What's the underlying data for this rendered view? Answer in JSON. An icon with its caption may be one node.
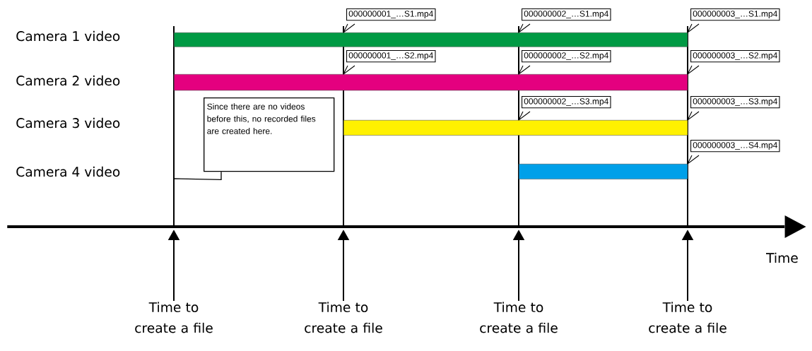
{
  "diagram": {
    "nodes": [
      {
        "text": [
          "000000001_…S1.mp4"
        ]
      },
      {
        "text": [
          "000000002_…S1.mp4"
        ]
      },
      {
        "text": [
          "000000003_…S1.mp4"
        ]
      },
      {
        "text": [],
        "shape": "bar"
      },
      {
        "text": [
          "000000001_…S2.mp4"
        ]
      },
      {
        "text": [
          "000000002_…S2.mp4"
        ]
      },
      {
        "text": [
          "000000003_…S2.mp4"
        ]
      },
      {
        "text": [],
        "shape": "bar"
      },
      {
        "text": [
          "Since there are no videos before this, no recorded files are created here."
        ]
      },
      {
        "text": [
          "000000002_…S3.mp4"
        ]
      },
      {
        "text": [
          "000000003_…S3.mp4"
        ]
      },
      {
        "text": [],
        "shape": "bar"
      },
      {
        "text": [
          "000000003_…S4.mp4"
        ]
      },
      {
        "text": [],
        "shape": "bar"
      },
      {
        "text": [
          "Time to create a file"
        ]
      },
      {
        "text": [
          "Time to create a file"
        ]
      },
      {
        "text": [
          "Time to create a file"
        ]
      },
      {
        "text": [
          "Time to create a file"
        ]
      },
      {
        "text": [],
        "shape": "arrow"
      }
    ],
    "edges": [
      {
        "from": 8,
        "to": null,
        "arrow": "none"
      },
      {
        "from": 14,
        "to": 18,
        "arrow": "to"
      },
      {
        "from": 15,
        "to": 18,
        "arrow": "to"
      },
      {
        "from": 16,
        "to": 18,
        "arrow": "to"
      },
      {
        "from": 17,
        "to": 18,
        "arrow": "to"
      }
    ],
    "labels": [
      "Camera 1 video",
      "Camera 2 video",
      "Camera 3 video",
      "Camera 4 video",
      "Time"
    ]
  }
}
